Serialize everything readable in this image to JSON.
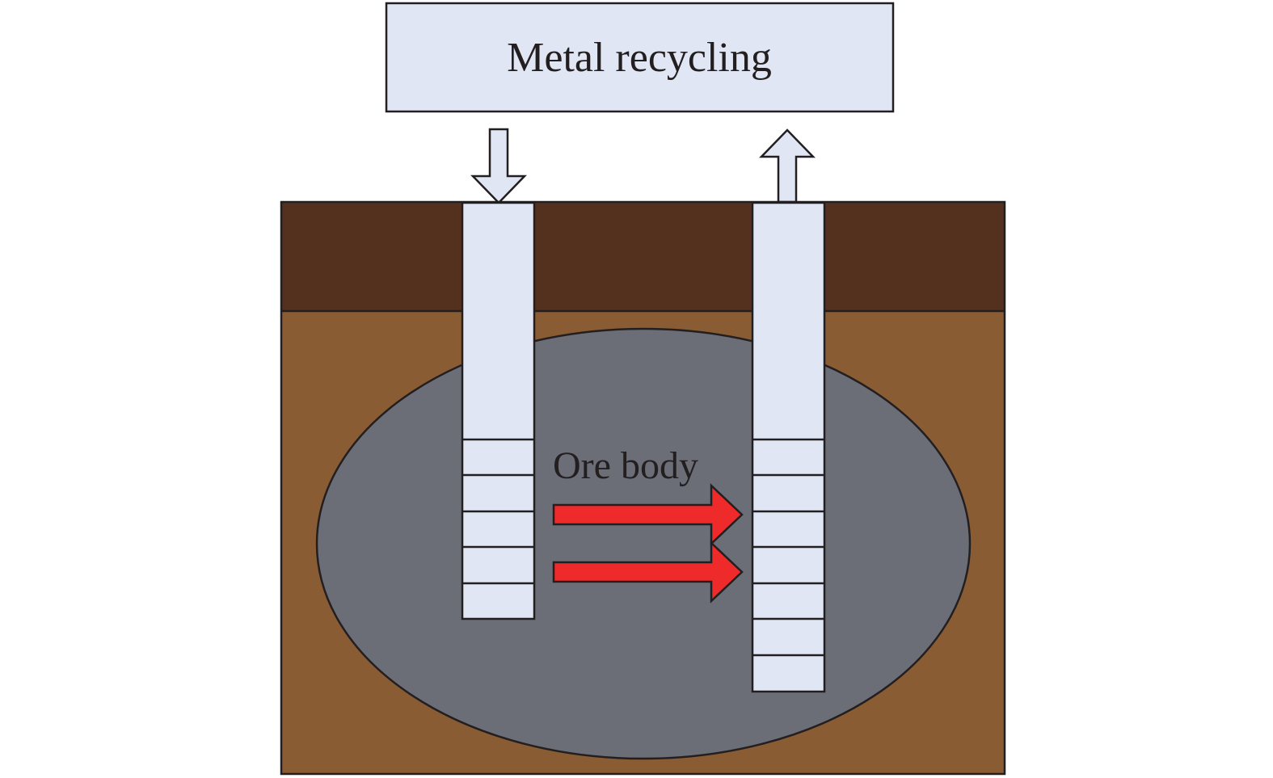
{
  "recycling_box": {
    "label": "Metal recycling"
  },
  "ore_body": {
    "label": "Ore body"
  },
  "colors": {
    "box_fill": "#e0e6f3",
    "topsoil": "#54301f",
    "subsoil": "#8a5c34",
    "ore_body": "#6b6e77",
    "well_fill": "#e0e6f3",
    "flow_arrow": "#ee2a2b",
    "outline": "#231f20"
  },
  "injection_well": {
    "screen_segments": 5
  },
  "production_well": {
    "screen_segments": 7
  },
  "flow_arrows": {
    "count": 2
  }
}
